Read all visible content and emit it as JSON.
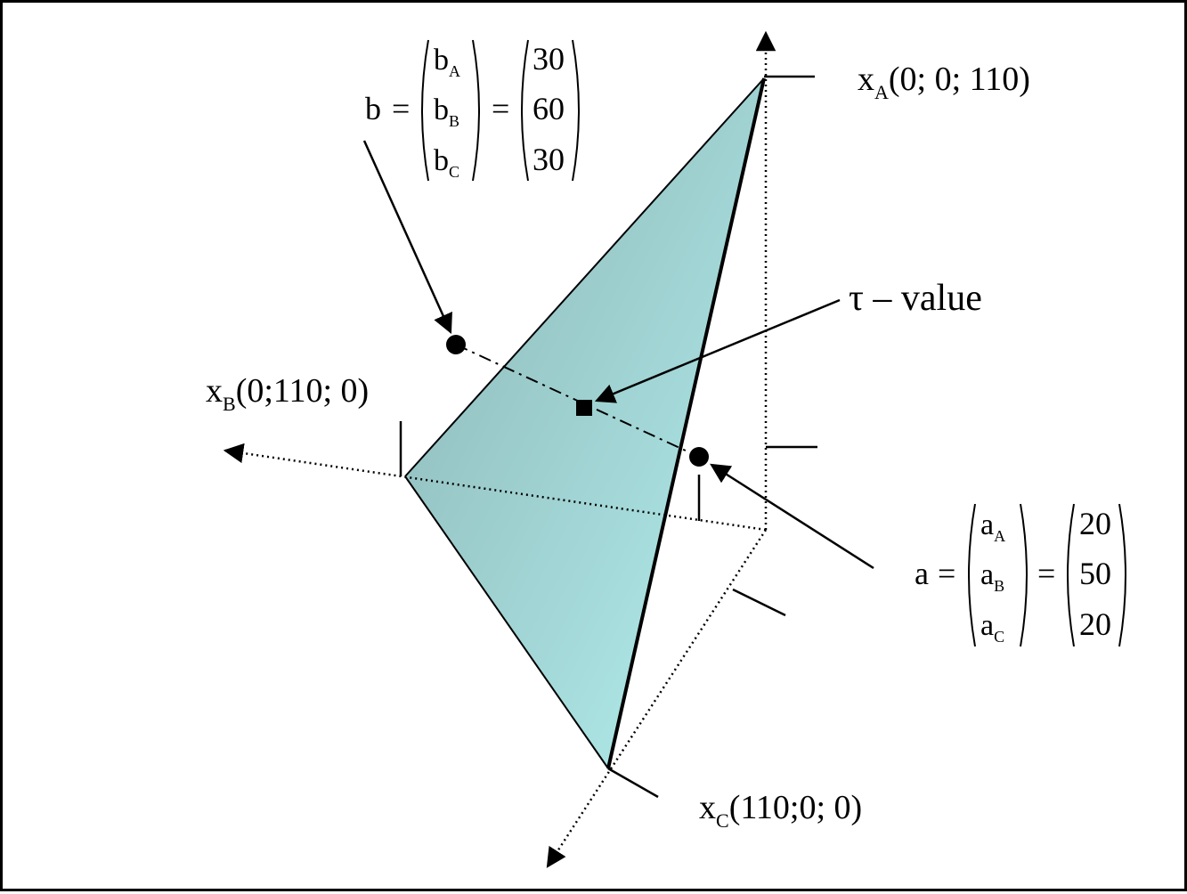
{
  "vertices": {
    "xA": {
      "name": "x",
      "sub": "A",
      "coords": "(0; 0; 110)"
    },
    "xB": {
      "name": "x",
      "sub": "B",
      "coords": "(0;110; 0)"
    },
    "xC": {
      "name": "x",
      "sub": "C",
      "coords": "(110;0; 0)"
    }
  },
  "vector_b": {
    "name": "b",
    "symbols": [
      {
        "base": "b",
        "sub": "A"
      },
      {
        "base": "b",
        "sub": "B"
      },
      {
        "base": "b",
        "sub": "C"
      }
    ],
    "values": [
      "30",
      "60",
      "30"
    ]
  },
  "vector_a": {
    "name": "a",
    "symbols": [
      {
        "base": "a",
        "sub": "A"
      },
      {
        "base": "a",
        "sub": "B"
      },
      {
        "base": "a",
        "sub": "C"
      }
    ],
    "values": [
      "20",
      "50",
      "20"
    ]
  },
  "tau_label": "τ – value",
  "colors": {
    "simplex_fill_light": "#aeeaea",
    "simplex_fill_dark": "#8fb8b8",
    "line": "#000000"
  }
}
